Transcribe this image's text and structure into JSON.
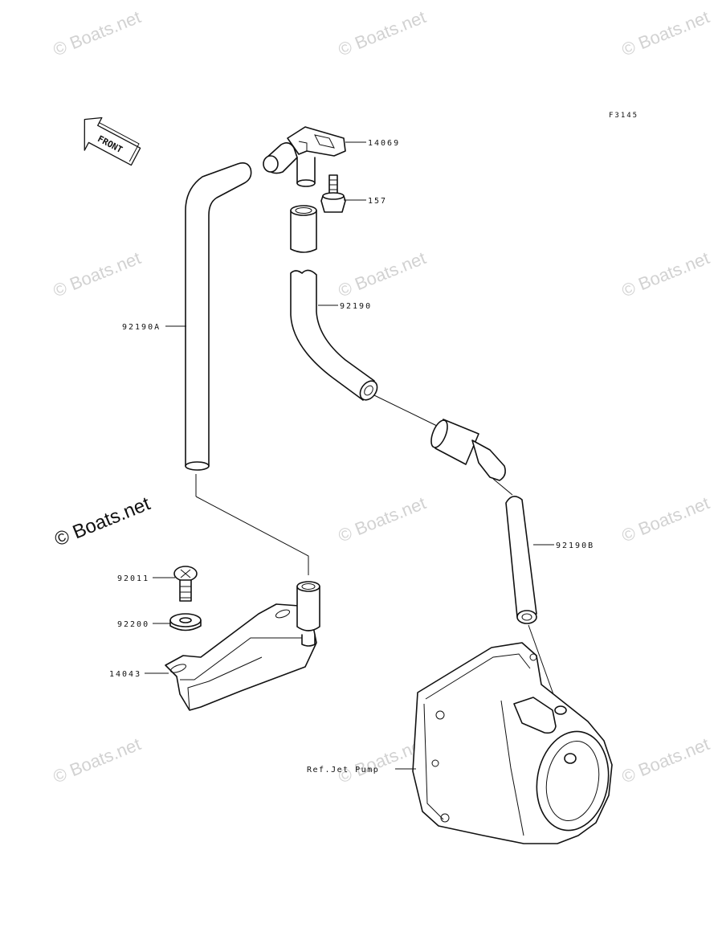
{
  "figure_code": "F3145",
  "front_label": "FRONT",
  "watermark": "© Boats.net",
  "parts": [
    {
      "key": "p14069",
      "label": "14069"
    },
    {
      "key": "p157",
      "label": "157"
    },
    {
      "key": "p92190",
      "label": "92190"
    },
    {
      "key": "p92190a",
      "label": "92190A"
    },
    {
      "key": "p92190b",
      "label": "92190B"
    },
    {
      "key": "p92011",
      "label": "92011"
    },
    {
      "key": "p92200",
      "label": "92200"
    },
    {
      "key": "p14043",
      "label": "14043"
    },
    {
      "key": "pref",
      "label": "Ref.Jet Pump"
    }
  ]
}
